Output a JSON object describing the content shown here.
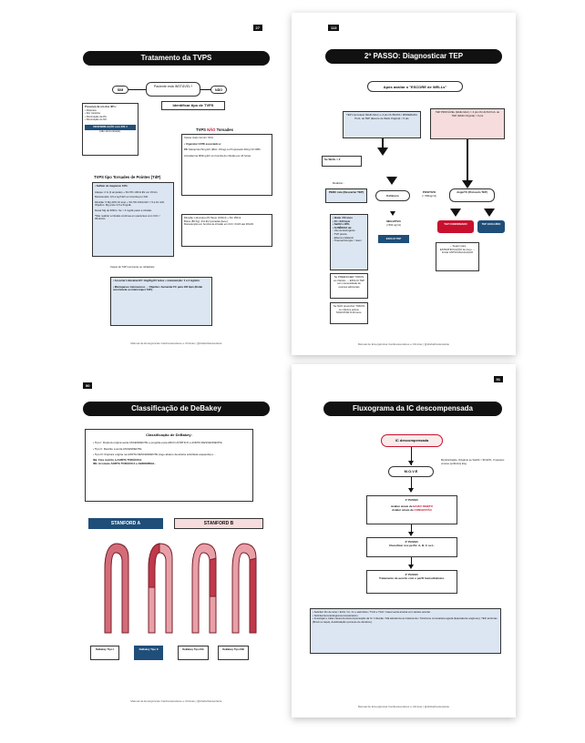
{
  "page1": {
    "page_num": "27",
    "title": "Tratamento da TVPS",
    "question": "Paciente está INSTÁVEL?",
    "sim": "SIM",
    "nao": "NÃO",
    "instavel_signs_title": "Presença de um dos 4D's:",
    "instavel_signs": [
      "• Dispneia",
      "• Dor torácica",
      "• Diminuição da PA",
      "• Diminuição do NC"
    ],
    "desfib": "DESFIBRILAÇÃO com 200 J",
    "desfib_sub": "(não sincronizado).",
    "identificar": "Identificar tipo de TVPS",
    "tvps_nao_prefix": "TVPS ",
    "tvps_nao_red": "NÃO",
    "tvps_nao_suffix": " Torsades",
    "causa_sca": "Causa mais comum: SCA",
    "urgenciar": "• Urgenciar CATE associado a:",
    "bb": "BB: Metoprolol 5mg EV (MAx: 15mg) ou Propranolol 40mg VO 8/8h.",
    "amio": "Amiodarona 900mg EV em bomba de infusão por 24 horas.",
    "diluicao": "Diluição: Lidocaína 2% 5amp (100ml) + SG 150ml.",
    "bolus": "Bolus (80 Kg): 4ml EV (puxadas (lene).",
    "manut_lido": "Manutenção em bomba de infusão em 24 h: 6ml/h até 30ml/h.",
    "torsades_title": "TVPS tipo Torsades de Pointes (TdP)",
    "sulfato": "• Sulfato de magnésio 10%:",
    "ataque": "Ataque: 2 G (2 ampolas) + SG 5% 100ml EV em 15min.",
    "manutencao": "Manutenção: 0,5 a 1g/h EV em bomba por 24h.",
    "diluicao_mg": "Diluição: 5 Mg 20% 10 amp + SG 5% 100ml EV = 5 a 10 ml/h. Objetivo: Mg entre 3,5 a 5mg/dL.",
    "desmame": "Desar Mg de 6/6hrs. Se > 6 mg/dL parar a infusão.",
    "obs": "*Não realizar a infusão contínua em pacientes com ClCr < 30ml/min.",
    "casos": "Casos de TdP recorrente ou refratários",
    "assoc": "• Associar Lidocaína EV: 1mg/Kg EV bolus + manutenção: 1 a 4 mg/min.",
    "marca": "• Marcapasso transvenoso → Objetivo: Aumentar FC para 100 bpm (Evitar recorrência ou interromper TdP).",
    "footer": "Manual de Emergências Cardiovasculares e Clínicas | @drabarbaravolante"
  },
  "page2": {
    "page_num": "113",
    "title": "2º PASSO: Diagnosticar TEP",
    "wells": "Após avaliar o \"ESCORE de WELLs\"",
    "tep_improvavel": "TEP Improvável (Wells Mod.) ≤ 4 pts OU BAIXA / MODERADA Prob. de TEP (Escore de Wells Original) < 6 pts",
    "tep_provavel": "TEP PROVÁVEL (Wells Mod.) > 4 pts OU ALTA Prob. de TEP (Wells Original) > 6 pts",
    "se_wells": "Se Wells < 2",
    "realizar": "Realizar...",
    "perc": "PERC rule (Descartar TEP)",
    "ddimero": "D-Dímero",
    "positivo": "POSITIVO",
    "positivo_sub": "(> 500ng/ml)",
    "angiotc": "AngioTC (Protocolo TEP)",
    "negativo": "NEGATIVO",
    "negativo_sub": "(<500 ng/ml)",
    "exclui": "EXCLUI TEP",
    "tep_confirmado": "TEP CONFIRMADO",
    "tep_excluido": "TEP EXCLUÍDO",
    "perc_list": [
      "• Idade <50 anos",
      "• FC <100 bpm",
      "• SatO2 ≥ 95%",
      "• AUSÊNCIA de:",
      "- Uso de Estrogênio",
      "- TVP prévia",
      "- Edema unilateral",
      "- Trauma/Cirurgia < 4sem"
    ],
    "se_preencher": "Se PREENCHER TODOS os critérios → EXCLUI TEP sem necessidade de exames adicionais",
    "se_nao_preencher": "Se NÃO preencher TODOS os critérios acima, SOLICITAR D-Dímero.",
    "seguir": "→ Seguir para ESTRATIFICAÇÃO de risco → Iniciar ANTICOAGULAÇÃO",
    "footer": "Manual de Emergências Cardiovasculares e Clínicas | @drabarbaravolante"
  },
  "page3": {
    "page_num": "90",
    "title": "Classificação de DeBakey",
    "box_title": "Classificação de DeBakey:",
    "items": [
      "• Tipo I: Ruptura origina aorta ASCENDENTE e progride para ARCO AÓRTICO e AORTA DESCENDENTE.",
      "• Tipo II: Restrito a aorta ASCENDENTE.",
      "• Tipo III: Ruptura origina na AORTA DESCENDENTE (logo abaixo da artéria subclávia esquerda) e...",
      "IIIa: Fica restrito à AORTA TORÁCICA.",
      "IIIb: Acomete AORTA TORÁCICA e ABDOMINAL."
    ],
    "stanford_a": "STANFORD A",
    "stanford_b": "STANFORD B",
    "labels": [
      "DeBakey Tipo I",
      "DeBakey Tipo II",
      "DeBakey Tipo IIIA",
      "DeBakey Tipo IIIB"
    ],
    "footer": "Manual de Emergências Cardiovasculares e Clínicas | @drabarbaravolante"
  },
  "page4": {
    "page_num": "91",
    "title": "Fluxograma da IC descompensada",
    "ic": "IC descompensada",
    "move": "M.O.V.E",
    "move_desc": "Monitorização, Oxigênio se SatO2 < 90-92%, V (acesso venoso periférico) Ecg",
    "passo1_title": "1º PASSO:",
    "passo1_a": "Avaliar sinais de ",
    "passo1_a_red": "BAIXO DÉBITO",
    "passo1_b": "Avaliar sinais de ",
    "passo1_b_red": "CONGESTÃO",
    "passo2_title": "2º PASSO:",
    "passo2": "Classificar nos perfis: A, B, C ou L.",
    "passo3_title": "3º PASSO:",
    "passo3": "Tratamento de acordo com o perfil hemodinâmico.",
    "solicitar": "• Solicitar: Rx de tórax / ECG / Ur, Cr e eletrólitos / TGO e TGO / Gasometria arterial com lactato arterial.",
    "solicitar2": "• Solicitar Ecocardiograma transtorácico.",
    "investigar": "• Investigar e tratar causa da descompensação da IC: Infecção / Má adesência ao tratamento / Síndrome coronariana aguda (Equivalente anginoso), TEP, arritmias (Brodi ou taqui), desidratação (excesso de diurético).",
    "footer": "Manual de Emergências Cardiovasculares e Clínicas | @drabarbaravolante"
  },
  "colors": {
    "navy": "#1f4e79",
    "red": "#c8102e",
    "light_blue": "#dce6f2",
    "pink": "#f6dcdc"
  }
}
